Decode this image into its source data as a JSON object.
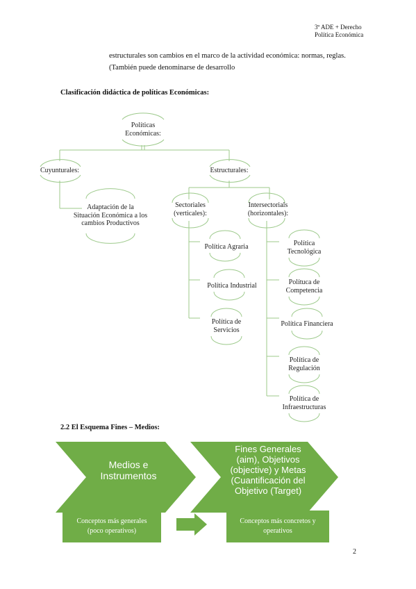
{
  "header": {
    "line1": "3º ADE + Derecho",
    "line2": "Política Económica"
  },
  "intro": {
    "line1": "estructurales son cambios en el marco de la actividad económica: normas, reglas.",
    "line2": "(También puede denominarse de desarrollo"
  },
  "section1_title": "Clasificación didáctica de políticas Económicas:",
  "tree": {
    "root": {
      "line1": "Políticas",
      "line2": "Económicas:"
    },
    "coyunturales": "Cuyunturales:",
    "estructurales": "Estructurales:",
    "adaptacion": {
      "line1": "Adaptación de la",
      "line2": "Situación Económica a los",
      "line3": "cambios Productivos"
    },
    "sectoriales": {
      "line1": "Sectoriales",
      "line2": "(verticales):"
    },
    "intersectoriales": {
      "line1": "Intersectorials",
      "line2": "(horizontales):"
    },
    "agraria": "Política Agraria",
    "industrial": "Política Industrial",
    "servicios": {
      "line1": "Política de",
      "line2": "Servicios"
    },
    "tecnologica": {
      "line1": "Política",
      "line2": "Tecnológica"
    },
    "competencia": {
      "line1": "Polítuca de",
      "line2": "Competencia"
    },
    "financiera": "Política Financiera",
    "regulacion": {
      "line1": "Política de",
      "line2": "Regulación"
    },
    "infraestructuras": {
      "line1": "Política de",
      "line2": "Infraestructuras"
    }
  },
  "section2_title": "2.2 El Esquema Fines – Medios:",
  "scheme": {
    "chevron1": {
      "line1": "Medios e",
      "line2": "Instrumentos"
    },
    "chevron2": {
      "line1": "Fines Generales",
      "line2": "(aim), Objetivos",
      "line3": "(objective) y Metas",
      "line4": "(Cuantificación del",
      "line5": "Objetivo (Target)"
    },
    "box1": {
      "line1": "Conceptos más generales",
      "line2": "(poco operativos)"
    },
    "box2": {
      "line1": "Conceptos más concretos y",
      "line2": "operativos"
    }
  },
  "page_number": "2",
  "colors": {
    "green": "#70ad47",
    "line_green": "#8fbf70"
  }
}
